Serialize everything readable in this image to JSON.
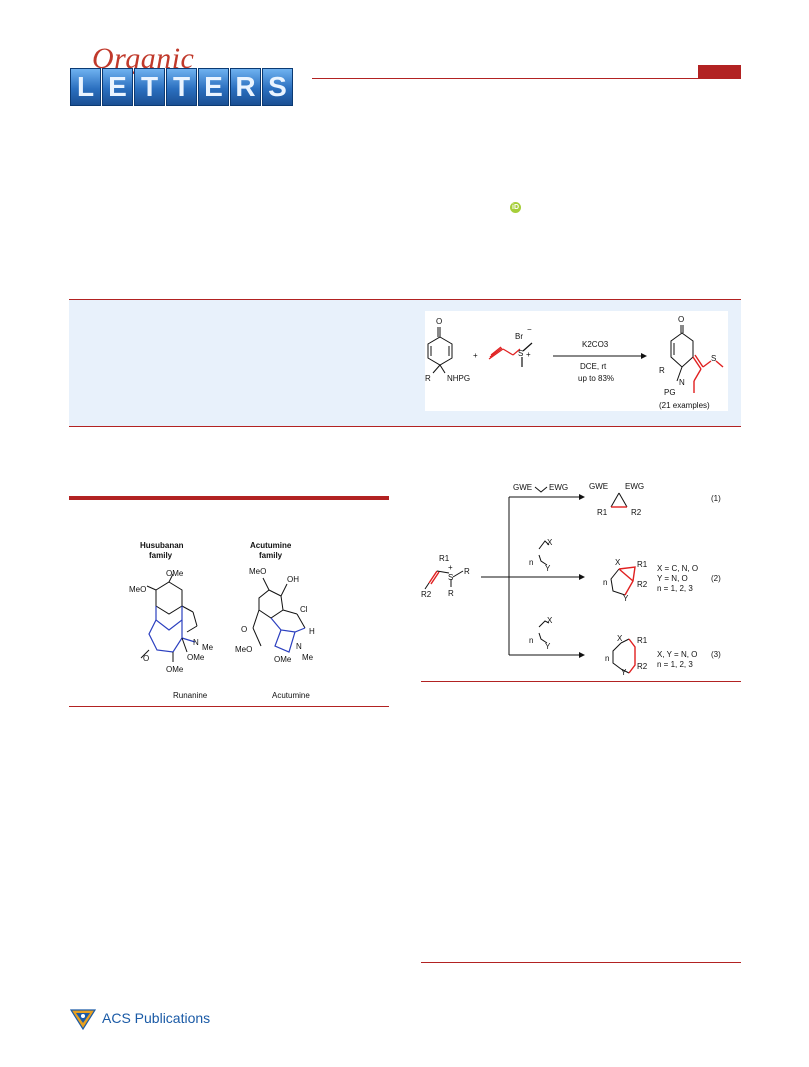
{
  "journal": {
    "logo_script": "Organic",
    "logo_letters": [
      "L",
      "E",
      "T",
      "T",
      "E",
      "R",
      "S"
    ]
  },
  "orcid": {
    "label": "iD"
  },
  "toc_graphic": {
    "counterion": "Br",
    "counterion_charge": "−",
    "sulfonium_charge": "+",
    "plus_sign": "+",
    "reagent": "K2CO3",
    "conditions_1": "DCE, rt",
    "conditions_2": "up to 83%",
    "sm_sub_r": "R",
    "sm_sub_nhpg": "NHPG",
    "sm_oxo": "O",
    "prod_oxo": "O",
    "prod_r": "R",
    "prod_n": "N",
    "prod_pg": "PG",
    "prod_s": "S",
    "examples": "(21 examples)"
  },
  "figure1": {
    "family_1": "Husubanan",
    "family_1b": "family",
    "family_2": "Acutumine",
    "family_2b": "family",
    "name_1": "Runanine",
    "name_2": "Acutumine",
    "labels_1": [
      "OMe",
      "MeO",
      "N",
      "Me",
      "O",
      "OMe",
      "OMe"
    ],
    "labels_2": [
      "MeO",
      "OH",
      "Cl",
      "O",
      "H",
      "MeO",
      "N",
      "OMe",
      "Me"
    ]
  },
  "scheme1": {
    "reagent_1_l": "GWE",
    "reagent_1_r": "EWG",
    "product_1_l": "GWE",
    "product_1_r": "EWG",
    "product_1_r1": "R1",
    "product_1_r2": "R2",
    "tag_1": "(1)",
    "sm_r1": "R1",
    "sm_r2": "R2",
    "sm_s": "S",
    "sm_r_a": "R",
    "sm_r_b": "R",
    "sm_charge": "+",
    "reagent_2_x": "X",
    "reagent_2_y": "Y",
    "reagent_2_n": "n",
    "product_2_x": "X",
    "product_2_y": "Y",
    "product_2_n": "n",
    "product_2_r1": "R1",
    "product_2_r2": "R2",
    "cond_2_line1": "X = C, N, O",
    "cond_2_line2": "Y = N, O",
    "cond_2_line3": "n = 1, 2, 3",
    "tag_2": "(2)",
    "reagent_3_x": "X",
    "reagent_3_y": "Y",
    "reagent_3_n": "n",
    "product_3_x": "X",
    "product_3_y": "Y",
    "product_3_n": "n",
    "product_3_r1": "R1",
    "product_3_r2": "R2",
    "cond_3_line1": "X, Y = N, O",
    "cond_3_line2": "n = 1, 2, 3",
    "tag_3": "(3)"
  },
  "publisher": {
    "name": "ACS Publications"
  },
  "colors": {
    "accent_red": "#b22222",
    "abstract_bg": "#e8f1fb",
    "highlight_red": "#e02020",
    "blue_bond": "#2b3fbf"
  }
}
